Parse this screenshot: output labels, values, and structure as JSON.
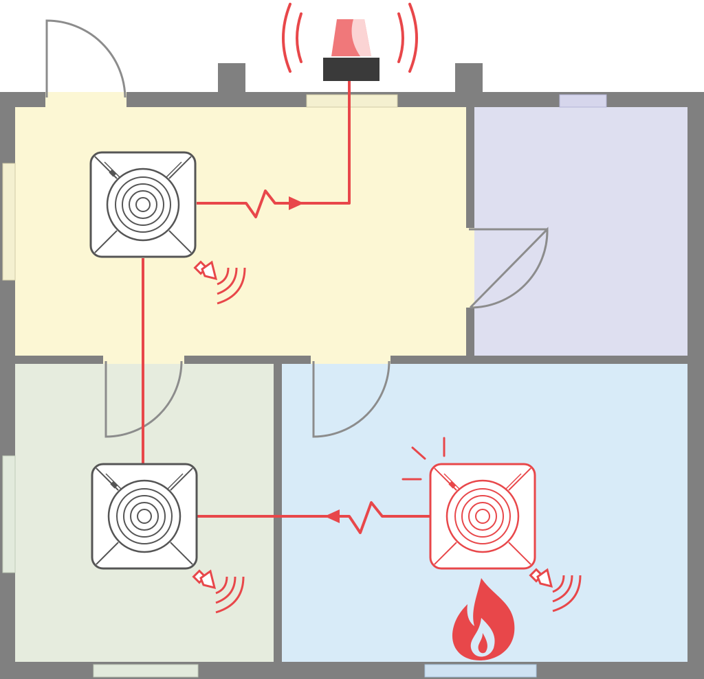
{
  "colors": {
    "wall": "#808080",
    "door": "#8c8c8c",
    "room_living": "#fcf7d4",
    "room_bedroom": "#dedff0",
    "room_office": "#e6ecde",
    "room_kitchen": "#d8ebf8",
    "window_yellow": "#f4f0d0",
    "window_purple": "#d6d6ec",
    "window_green": "#e2eadc",
    "window_blue": "#cfe2f2",
    "wire": "#e8474a",
    "detector_idle_border": "#555555",
    "detector_alarm_border": "#e8474a",
    "beacon_dome": "#f0787a",
    "beacon_base": "#3a3a3a"
  },
  "rooms": [
    {
      "name": "room-living",
      "fill": "room_living"
    },
    {
      "name": "room-bedroom",
      "fill": "room_bedroom"
    },
    {
      "name": "room-office",
      "fill": "room_office"
    },
    {
      "name": "room-kitchen",
      "fill": "room_kitchen"
    }
  ],
  "detectors": [
    {
      "name": "smoke-detector-living",
      "state": "idle",
      "icon": "smoke-detector-icon"
    },
    {
      "name": "smoke-detector-office",
      "state": "idle",
      "icon": "smoke-detector-icon"
    },
    {
      "name": "smoke-detector-kitchen",
      "state": "alarm",
      "icon": "smoke-detector-icon"
    }
  ],
  "icons": {
    "beacon": "alarm-beacon-icon",
    "sounder": "sounder-icon",
    "flame": "flame-icon",
    "signal": "wireless-signal-icon"
  }
}
